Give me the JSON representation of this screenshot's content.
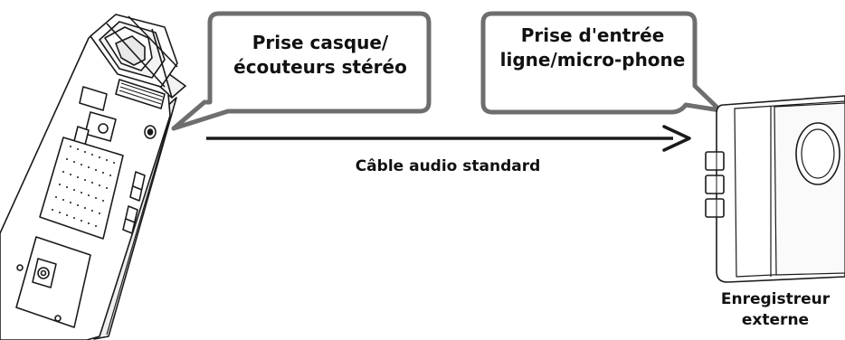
{
  "callouts": {
    "headphone_jack": "Prise casque/ écouteurs stéréo",
    "line_mic_input": "Prise d'entrée ligne/micro-phone"
  },
  "cable_label": "Câble audio standard",
  "external_recorder_label": "Enregistreur externe",
  "colors": {
    "bubble_border": "#6e6e6e",
    "arrow": "#1a1a1a",
    "device_outline": "#1a1a1a",
    "device_fill": "#ffffff"
  }
}
